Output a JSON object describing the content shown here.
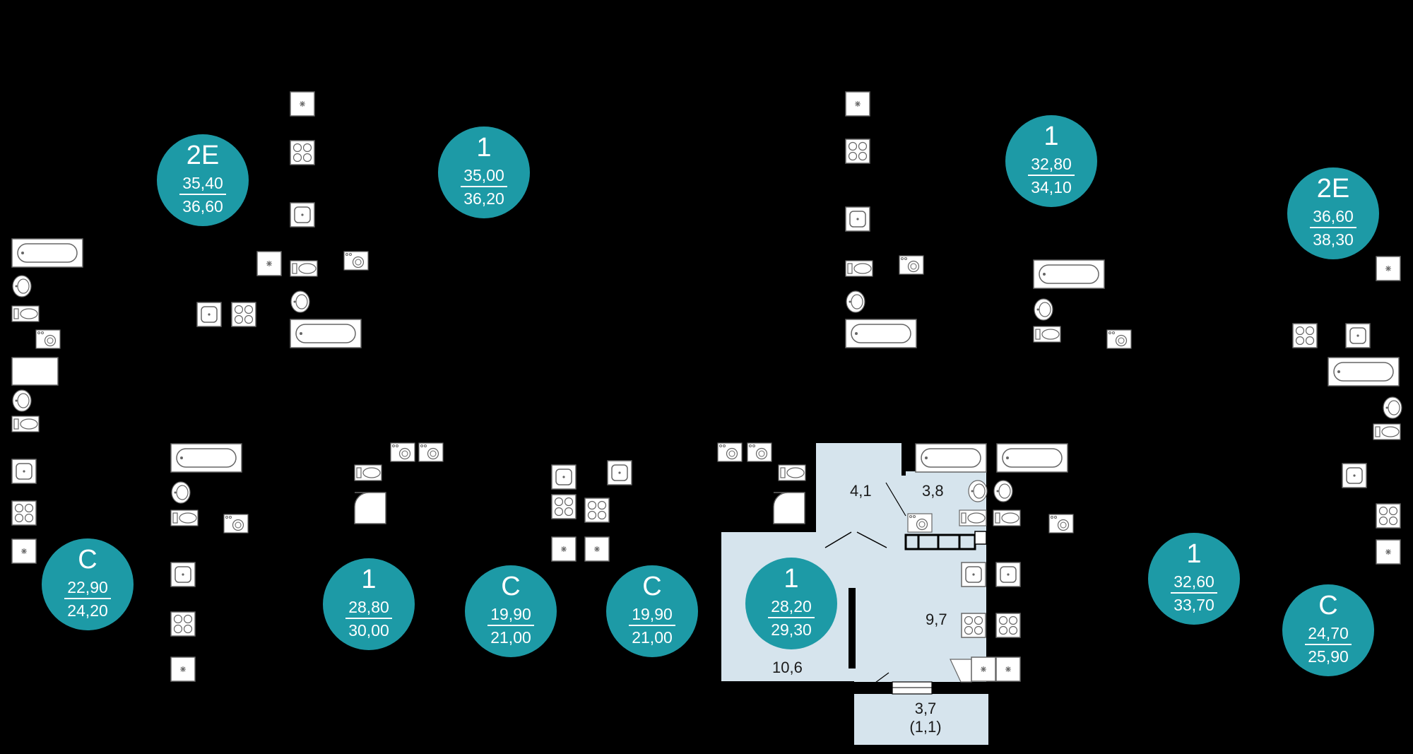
{
  "units": [
    {
      "type": "2E",
      "living_area": "35,40",
      "total_area": "36,60"
    },
    {
      "type": "1",
      "living_area": "35,00",
      "total_area": "36,20"
    },
    {
      "type": "1",
      "living_area": "32,80",
      "total_area": "34,10"
    },
    {
      "type": "2E",
      "living_area": "36,60",
      "total_area": "38,30"
    },
    {
      "type": "C",
      "living_area": "22,90",
      "total_area": "24,20"
    },
    {
      "type": "1",
      "living_area": "28,80",
      "total_area": "30,00"
    },
    {
      "type": "C",
      "living_area": "19,90",
      "total_area": "21,00"
    },
    {
      "type": "C",
      "living_area": "19,90",
      "total_area": "21,00"
    },
    {
      "type": "1",
      "living_area": "28,20",
      "total_area": "29,30"
    },
    {
      "type": "1",
      "living_area": "32,60",
      "total_area": "33,70"
    },
    {
      "type": "C",
      "living_area": "24,70",
      "total_area": "25,90"
    }
  ],
  "highlighted_rooms": {
    "hall": "4,1",
    "bathroom": "3,8",
    "kitchen": "9,7",
    "bedroom": "10,6",
    "balcony": "3,7",
    "balcony_reduced": "(1,1)"
  },
  "colors": {
    "background": "#000000",
    "unit_badge": "#1d9aa6",
    "highlight_fill": "#d6e4ed",
    "fixture_fill": "#ffffff",
    "fixture_stroke": "#555555"
  },
  "icons": [
    "bathtub-icon",
    "sink-icon",
    "toilet-icon",
    "washing-machine-icon",
    "stove-icon",
    "fridge-icon",
    "shower-icon"
  ]
}
